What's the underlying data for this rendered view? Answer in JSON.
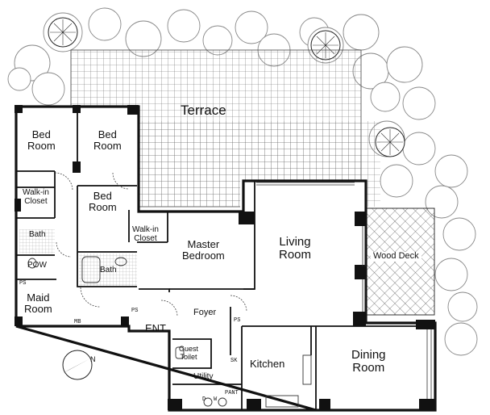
{
  "plan": {
    "rooms": {
      "terrace": "Terrace",
      "bed_room_1": "Bed\nRoom",
      "bed_room_2": "Bed\nRoom",
      "bed_room_3": "Bed\nRoom",
      "walk_in_closet_1": "Walk-in\nCloset",
      "walk_in_closet_2": "Walk-in\nCloset",
      "bath_1": "Bath",
      "bath_2": "Bath",
      "pow": "POW",
      "maid_room": "Maid\nRoom",
      "master_bedroom": "Master\nBedroom",
      "living_room": "Living\nRoom",
      "wood_deck": "Wood Deck",
      "foyer": "Foyer",
      "entrance": "ENT",
      "guest_toilet": "Guest\nToilet",
      "utility": "Utility",
      "kitchen": "Kitchen",
      "dining_room": "Dining\nRoom"
    },
    "small_labels": {
      "ps_1": "PS",
      "ps_2": "PS",
      "ps_3": "PS",
      "mb": "MB",
      "sk": "SK",
      "d": "D",
      "w": "W",
      "pant": "PANT"
    },
    "compass": {
      "north": "N"
    },
    "colors": {
      "wall": "#111111",
      "grid": "#555555",
      "tree": "#777777"
    }
  }
}
